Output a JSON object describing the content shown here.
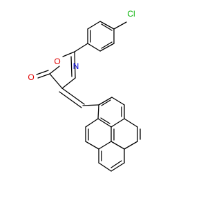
{
  "molecule": {
    "atoms": [
      {
        "label": "Cl",
        "color": "#00b000"
      },
      {
        "label": "O",
        "color": "#e00000"
      },
      {
        "label": "N",
        "color": "#0000e0"
      },
      {
        "label": "O",
        "color": "#e00000"
      }
    ],
    "colors": {
      "bond": "#000000",
      "background": "#ffffff"
    }
  }
}
